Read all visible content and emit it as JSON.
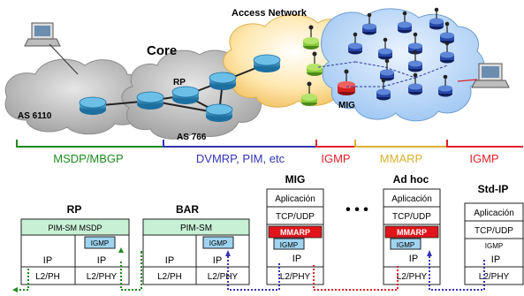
{
  "top": {
    "access_network_label": "Access Network",
    "core_label": "Core",
    "rp_label": "RP",
    "as6110_label": "AS 6110",
    "as766_label": "AS 766",
    "mig_label": "MIG"
  },
  "protocol_bar": [
    {
      "label": "MSDP/MBGP",
      "color": "#1e8a1e"
    },
    {
      "label": "DVMRP, PIM, etc",
      "color": "#3333b5"
    },
    {
      "label": "IGMP",
      "color": "#e0202a"
    },
    {
      "label": "MMARP",
      "color": "#d9b030"
    },
    {
      "label": "IGMP",
      "color": "#e0202a"
    }
  ],
  "stacks": {
    "rp": {
      "title": "RP",
      "pim": "PIM-SM MSDP",
      "igmp": "IGMP",
      "ip1": "IP",
      "ip2": "IP",
      "l2a": "L2/PH",
      "l2b": "L2/PHY"
    },
    "bar": {
      "title": "BAR",
      "pim": "PIM-SM",
      "igmp": "IGMP",
      "ip1": "IP",
      "ip2": "IP",
      "l2a": "L2/PH",
      "l2b": "L2/PHY"
    },
    "mig": {
      "title": "MIG",
      "app": "Aplicación",
      "tcp": "TCP/UDP",
      "mmarp": "MMARP",
      "igmp": "IGMP",
      "ip": "IP",
      "l2": "L2/PHY"
    },
    "dots": "• • •",
    "adhoc": {
      "title": "Ad hoc",
      "app": "Aplicación",
      "tcp": "TCP/UDP",
      "mmarp": "MMARP",
      "igmp": "IGMP",
      "ip": "IP",
      "l2": "L2/PHY"
    },
    "stdip": {
      "title": "Std-IP",
      "app": "Aplicación",
      "tcp": "TCP/UDP",
      "igmp": "IGMP",
      "ip": "IP",
      "l2": "L2/PHY"
    }
  }
}
